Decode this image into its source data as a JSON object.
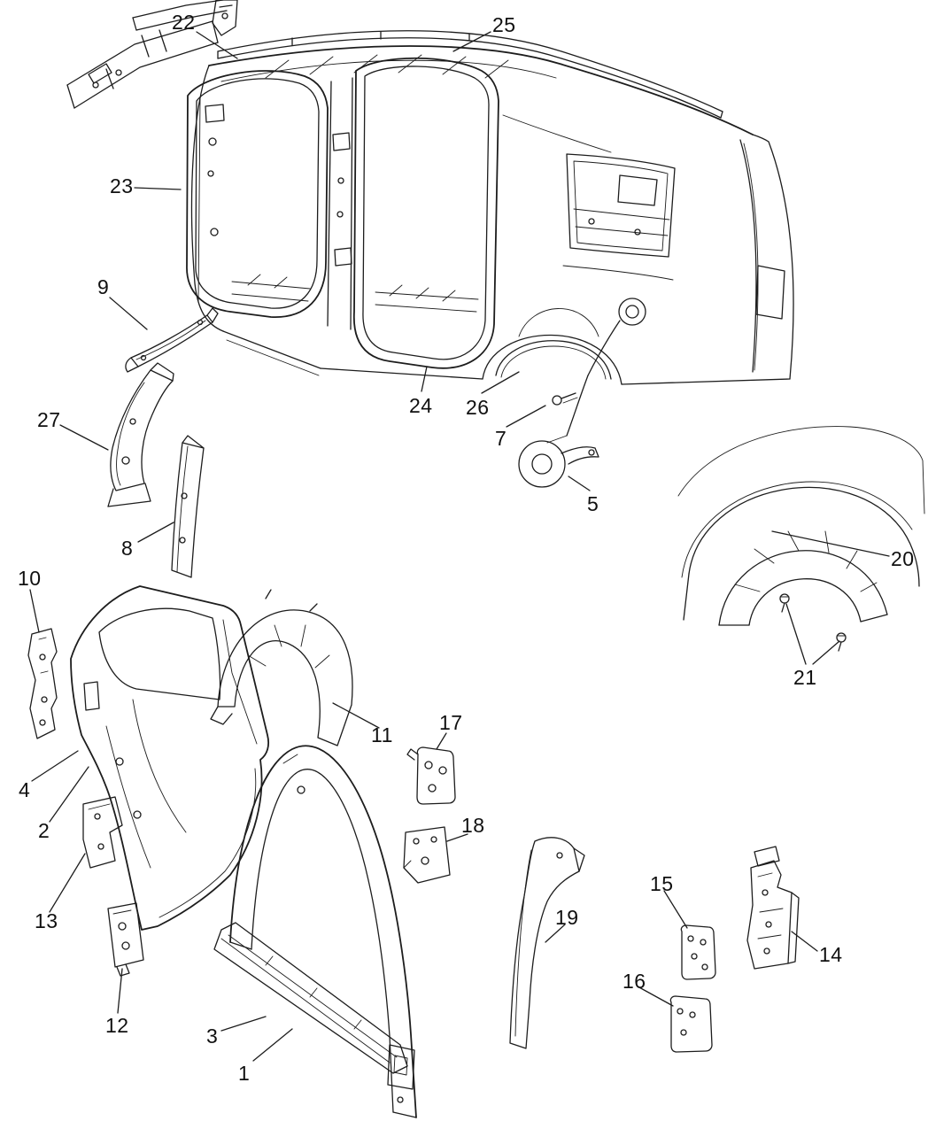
{
  "figure": {
    "type": "exploded-parts-line-diagram",
    "colors": {
      "line": "#1d1d1d",
      "background": "#ffffff"
    }
  },
  "callouts": [
    {
      "id": "22",
      "label": "22"
    },
    {
      "id": "25",
      "label": "25"
    },
    {
      "id": "23",
      "label": "23"
    },
    {
      "id": "9",
      "label": "9"
    },
    {
      "id": "27",
      "label": "27"
    },
    {
      "id": "8",
      "label": "8"
    },
    {
      "id": "24",
      "label": "24"
    },
    {
      "id": "26",
      "label": "26"
    },
    {
      "id": "7",
      "label": "7"
    },
    {
      "id": "5",
      "label": "5"
    },
    {
      "id": "10",
      "label": "10"
    },
    {
      "id": "20",
      "label": "20"
    },
    {
      "id": "21",
      "label": "21"
    },
    {
      "id": "11",
      "label": "11"
    },
    {
      "id": "17",
      "label": "17"
    },
    {
      "id": "4",
      "label": "4"
    },
    {
      "id": "2",
      "label": "2"
    },
    {
      "id": "18",
      "label": "18"
    },
    {
      "id": "15",
      "label": "15"
    },
    {
      "id": "13",
      "label": "13"
    },
    {
      "id": "19",
      "label": "19"
    },
    {
      "id": "14",
      "label": "14"
    },
    {
      "id": "16",
      "label": "16"
    },
    {
      "id": "12",
      "label": "12"
    },
    {
      "id": "3",
      "label": "3"
    },
    {
      "id": "1",
      "label": "1"
    }
  ]
}
